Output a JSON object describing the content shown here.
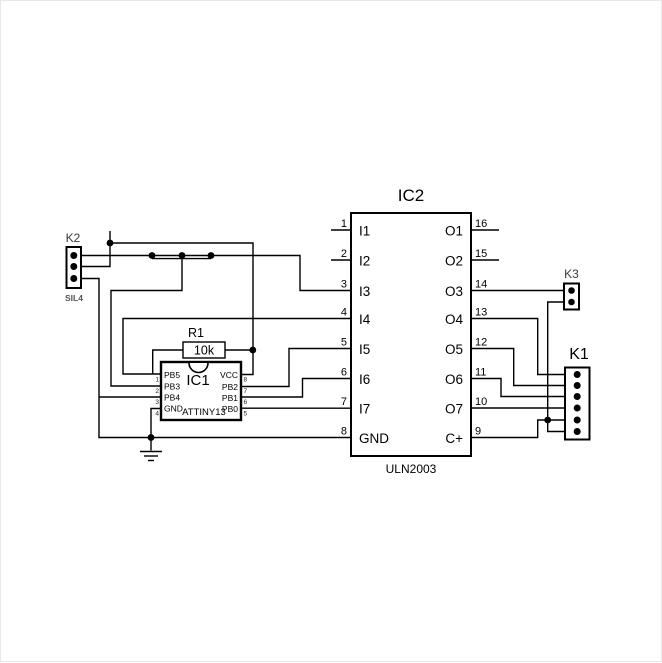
{
  "schematic": {
    "ic2": {
      "ref": "IC2",
      "part": "ULN2003",
      "left_pins": [
        {
          "num": "1",
          "label": "I1"
        },
        {
          "num": "2",
          "label": "I2"
        },
        {
          "num": "3",
          "label": "I3"
        },
        {
          "num": "4",
          "label": "I4"
        },
        {
          "num": "5",
          "label": "I5"
        },
        {
          "num": "6",
          "label": "I6"
        },
        {
          "num": "7",
          "label": "I7"
        },
        {
          "num": "8",
          "label": "GND"
        }
      ],
      "right_pins": [
        {
          "num": "16",
          "label": "O1"
        },
        {
          "num": "15",
          "label": "O2"
        },
        {
          "num": "14",
          "label": "O3"
        },
        {
          "num": "13",
          "label": "O4"
        },
        {
          "num": "12",
          "label": "O5"
        },
        {
          "num": "11",
          "label": "O6"
        },
        {
          "num": "10",
          "label": "O7"
        },
        {
          "num": "9",
          "label": "C+"
        }
      ]
    },
    "ic1": {
      "ref": "IC1",
      "part": "ATTINY13",
      "left_pins": [
        {
          "num": "1",
          "label": "PB5"
        },
        {
          "num": "2",
          "label": "PB3"
        },
        {
          "num": "3",
          "label": "PB4"
        },
        {
          "num": "4",
          "label": "GND"
        }
      ],
      "right_pins": [
        {
          "num": "8",
          "label": "VCC"
        },
        {
          "num": "7",
          "label": "PB2"
        },
        {
          "num": "6",
          "label": "PB1"
        },
        {
          "num": "5",
          "label": "PB0"
        }
      ]
    },
    "r1": {
      "ref": "R1",
      "value": "10k"
    },
    "k2": {
      "ref": "K2",
      "subtitle": "SIL4"
    },
    "k3": {
      "ref": "K3"
    },
    "k1": {
      "ref": "K1"
    },
    "colors": {
      "wire": "#000000",
      "background": "#ffffff"
    }
  }
}
